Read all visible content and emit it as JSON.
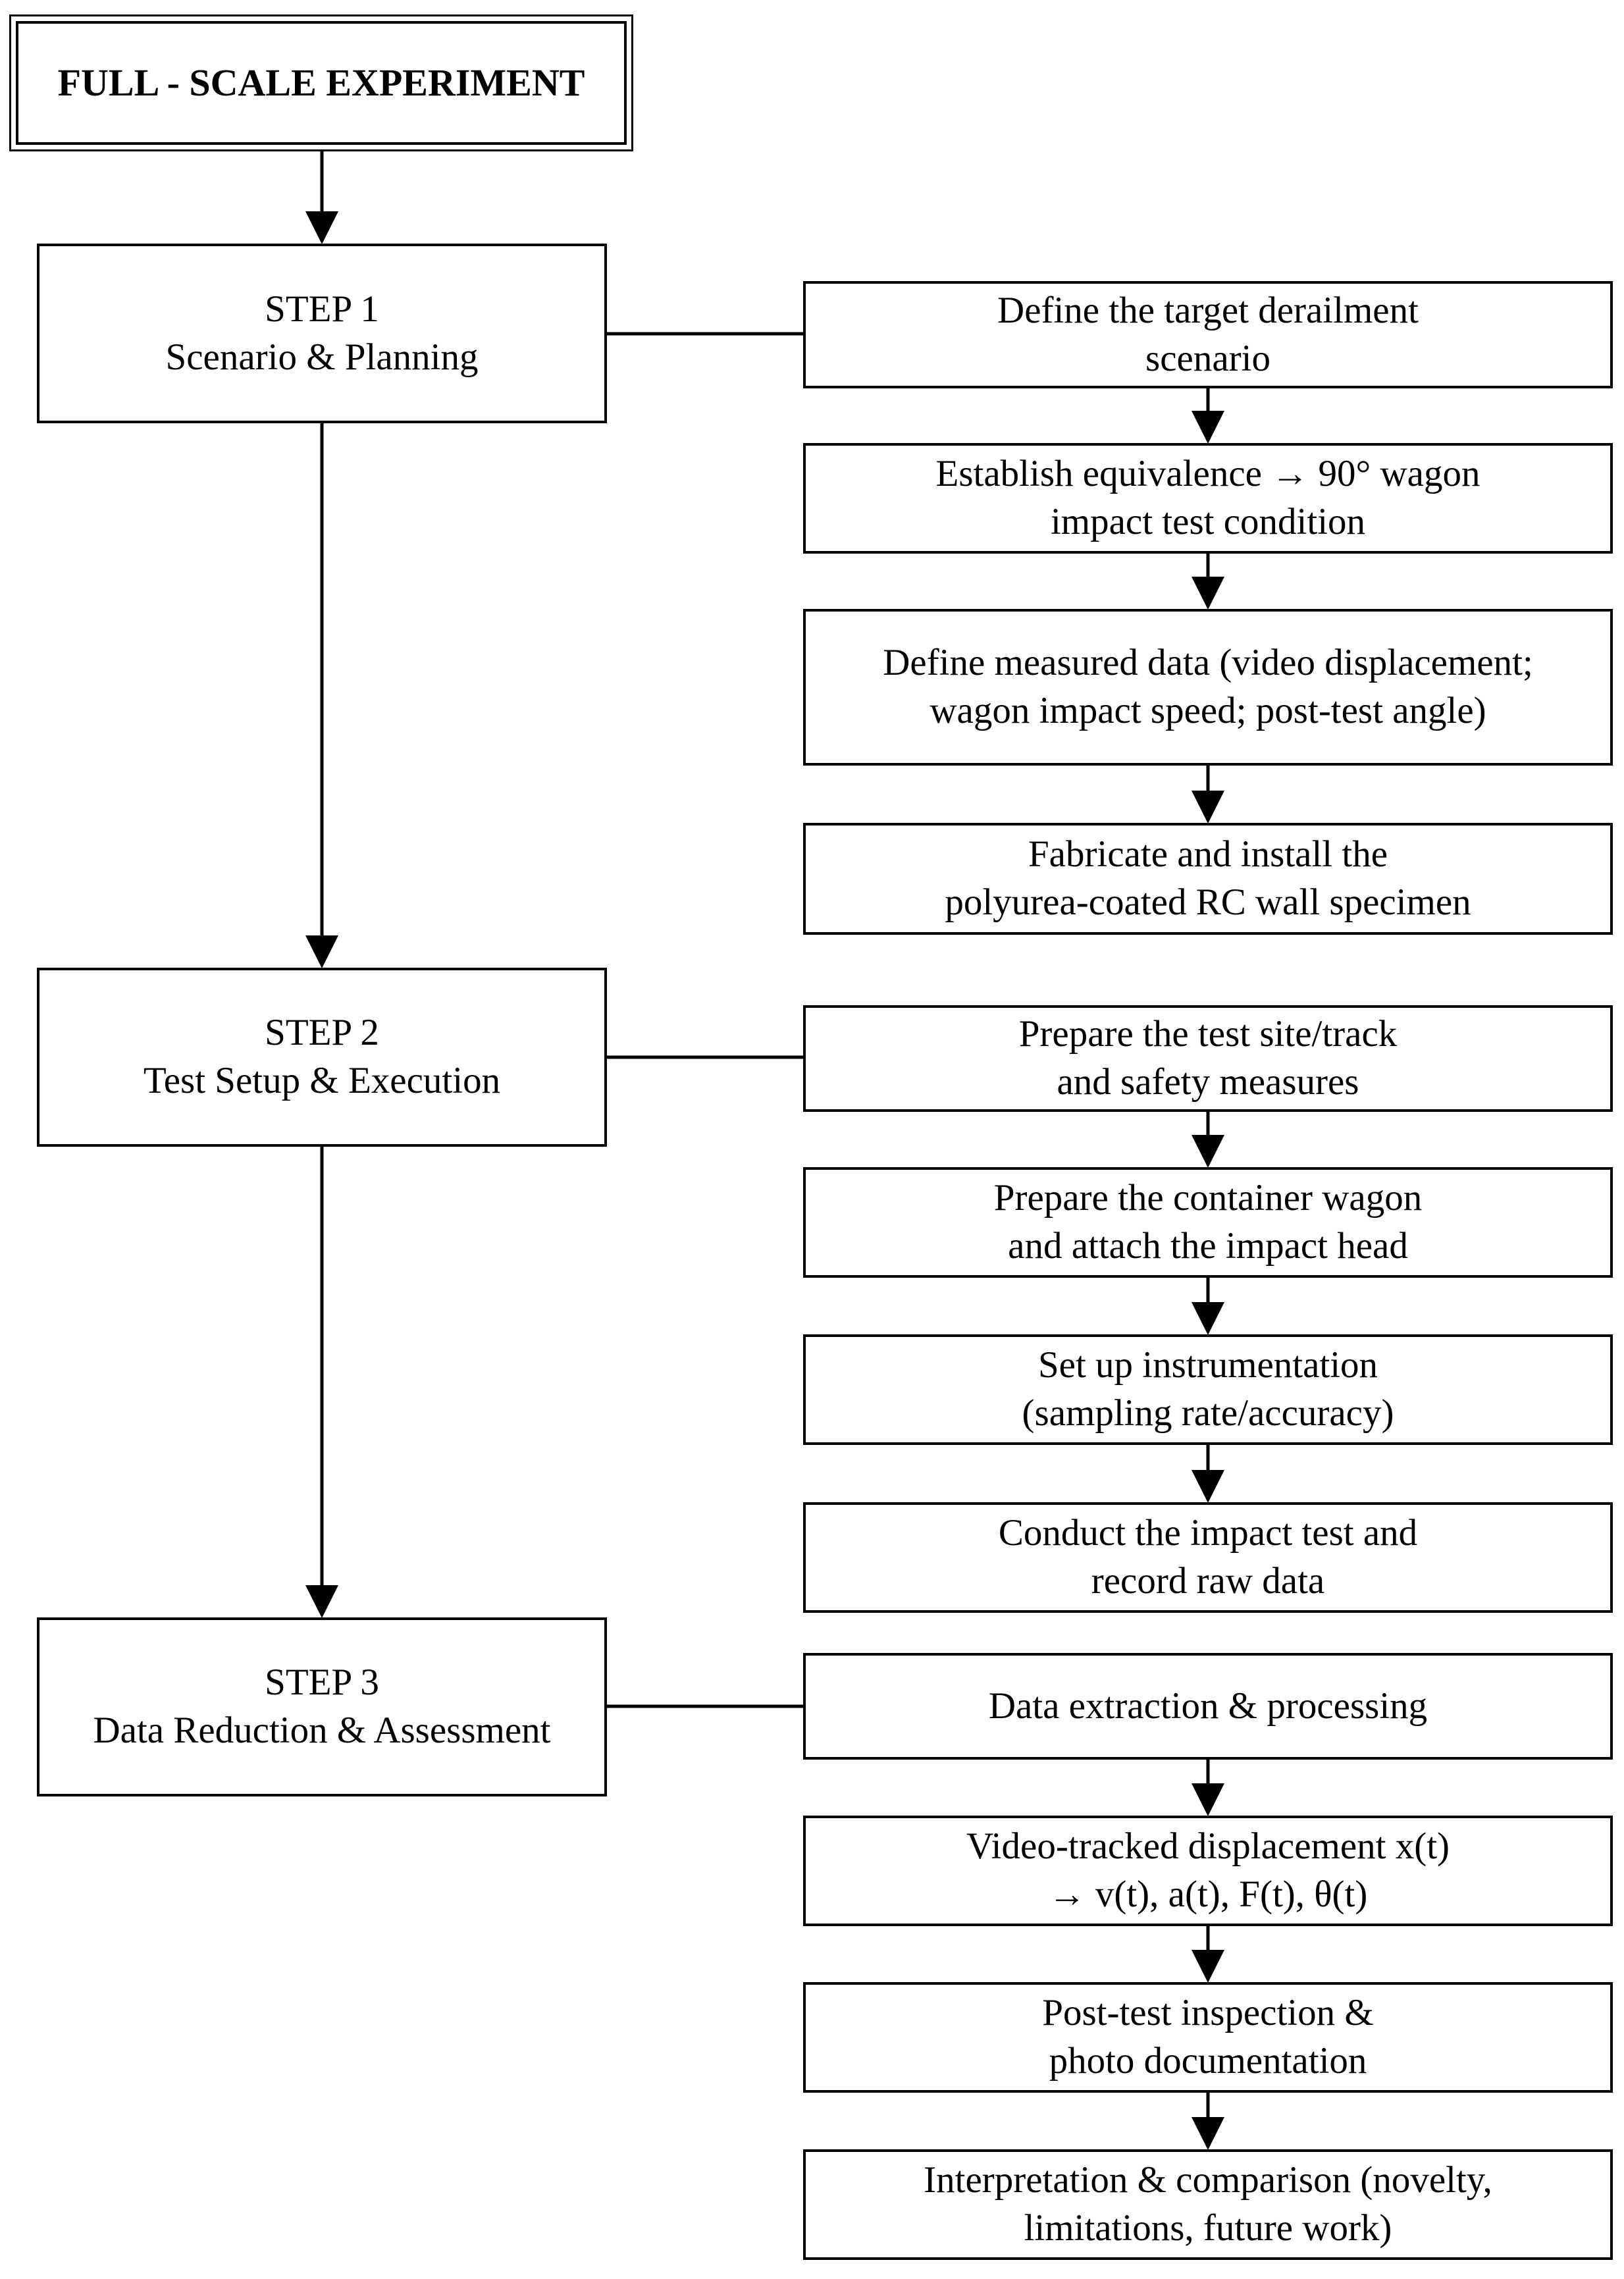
{
  "title": "FULL - SCALE EXPERIMENT",
  "steps": [
    {
      "label": "STEP 1",
      "name": "Scenario & Planning",
      "tasks": [
        [
          "Define the target derailment",
          "scenario"
        ],
        [
          "Establish equivalence → 90° wagon",
          "impact test condition"
        ],
        [
          "Define measured data (video displacement;",
          "wagon impact speed; post-test angle)"
        ],
        [
          "Fabricate and install the",
          "polyurea-coated RC wall specimen"
        ]
      ]
    },
    {
      "label": "STEP 2",
      "name": "Test Setup & Execution",
      "tasks": [
        [
          "Prepare the test site/track",
          "and safety measures"
        ],
        [
          "Prepare the container wagon",
          "and attach the impact head"
        ],
        [
          "Set up instrumentation",
          "(sampling rate/accuracy)"
        ],
        [
          "Conduct the impact test and",
          "record raw data"
        ]
      ]
    },
    {
      "label": "STEP 3",
      "name": "Data Reduction & Assessment",
      "tasks": [
        [
          "Data extraction & processing"
        ],
        [
          "Video-tracked displacement x(t)",
          "→ v(t), a(t), F(t), θ(t)"
        ],
        [
          "Post-test inspection &",
          "photo documentation"
        ],
        [
          "Interpretation & comparison (novelty,",
          "limitations, future work)"
        ]
      ]
    }
  ]
}
